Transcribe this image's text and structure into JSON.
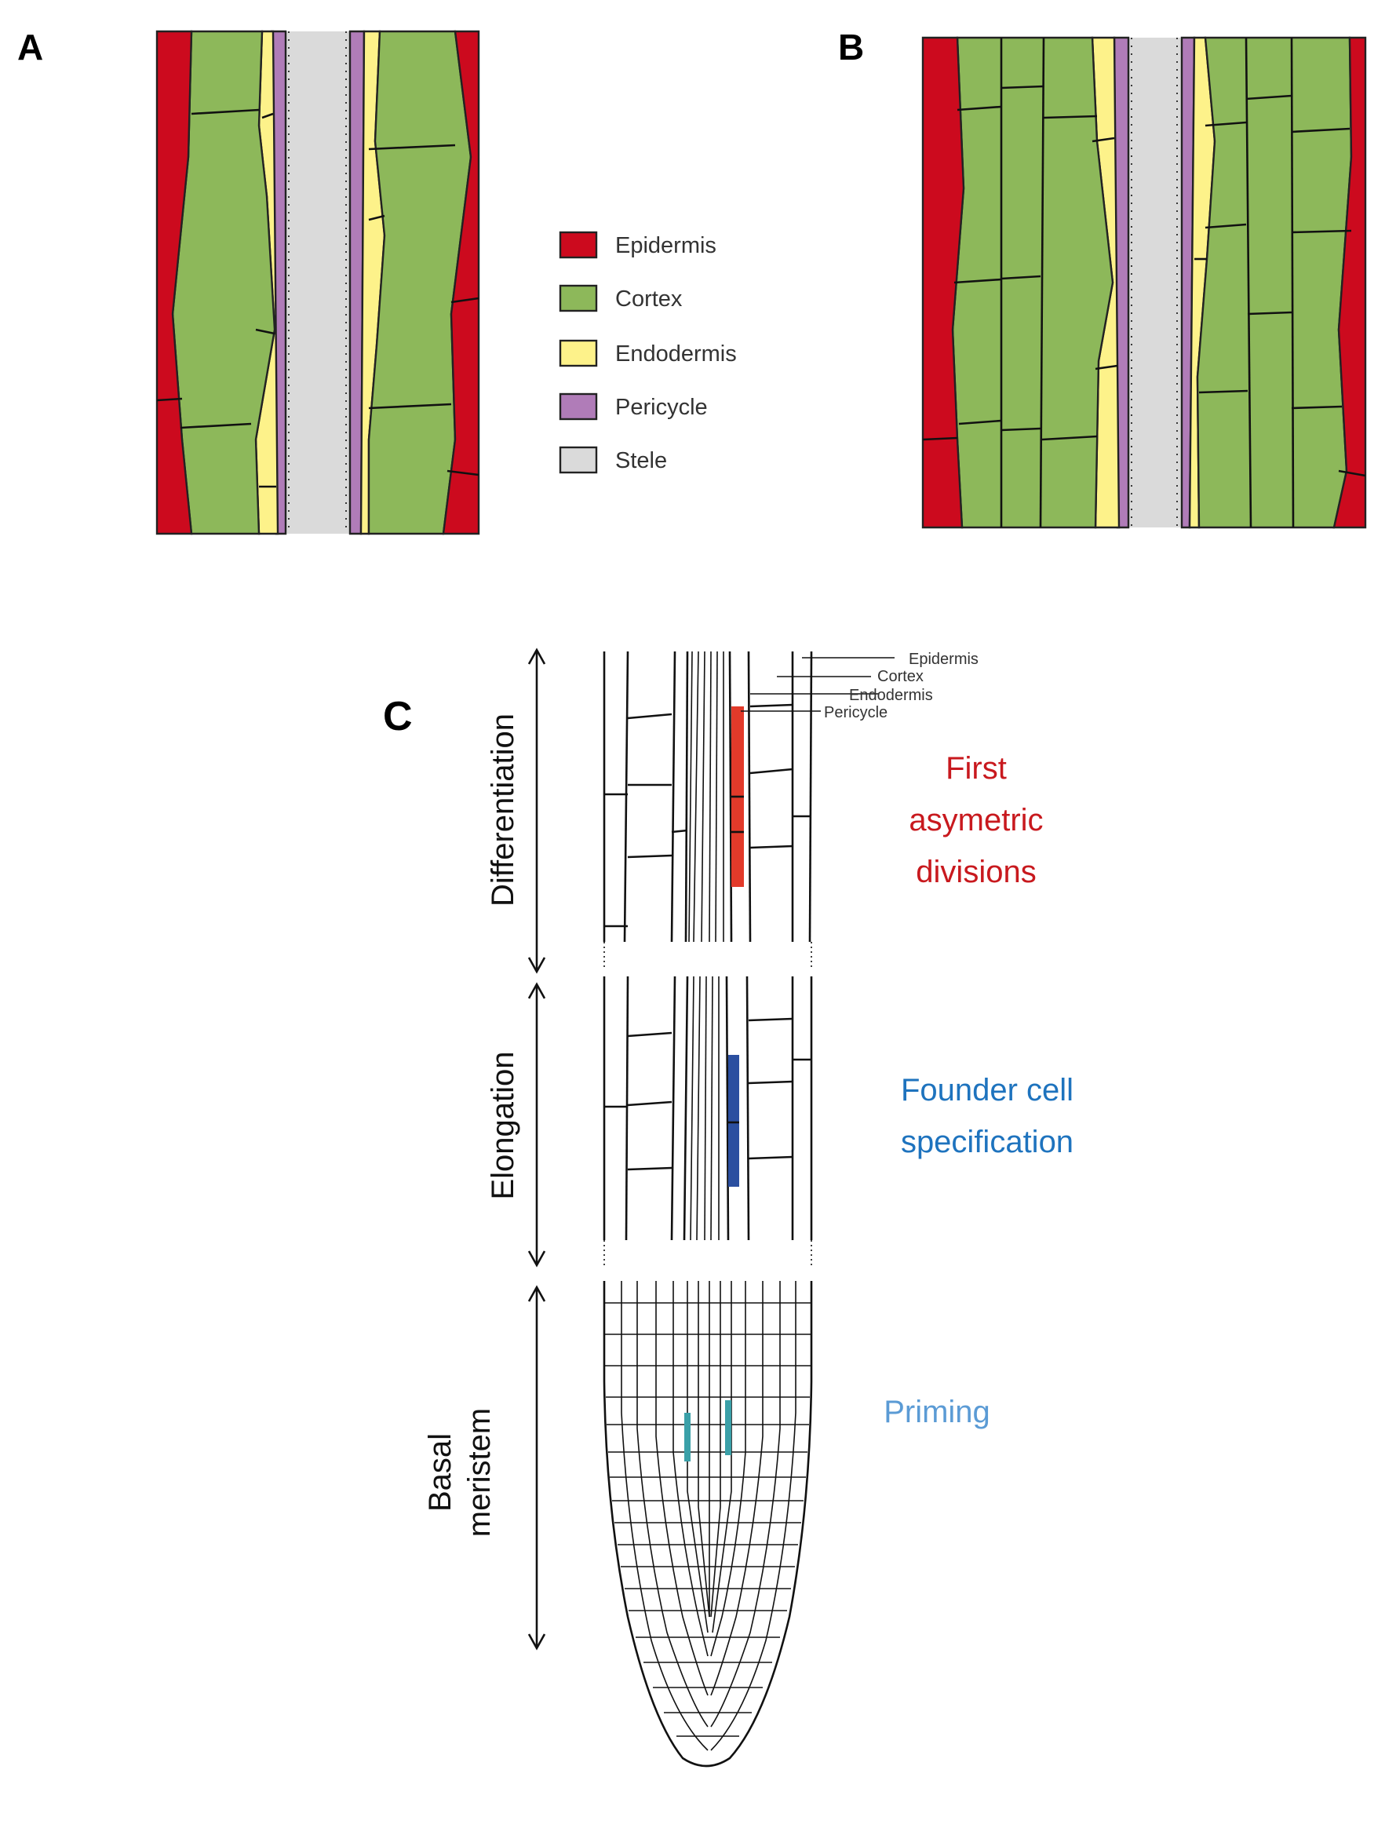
{
  "panels": {
    "a": {
      "letter": "A"
    },
    "b": {
      "letter": "B"
    },
    "c": {
      "letter": "C"
    }
  },
  "legend": [
    {
      "label": "Epidermis",
      "color": "#cc0a1e"
    },
    {
      "label": "Cortex",
      "color": "#8db85a"
    },
    {
      "label": "Endodermis",
      "color": "#fdf28a"
    },
    {
      "label": "Pericycle",
      "color": "#b07cb8"
    },
    {
      "label": "Stele",
      "color": "#dadada"
    }
  ],
  "root_labels": [
    "Epidermis",
    "Cortex",
    "Endodermis",
    "Pericycle"
  ],
  "zones": [
    {
      "label_lines": [
        "Differentiation"
      ]
    },
    {
      "label_lines": [
        "Elongation"
      ]
    },
    {
      "label_lines": [
        "Basal",
        "meristem"
      ]
    }
  ],
  "stages": [
    {
      "lines": [
        "First",
        "asymetric",
        "divisions"
      ],
      "color": "#c8191e"
    },
    {
      "lines": [
        "Founder cell",
        "specification"
      ],
      "color": "#1e73be"
    },
    {
      "lines": [
        "Priming"
      ],
      "color": "#5b9bd5"
    }
  ],
  "marker_colors": {
    "founder": "#2b4fa0",
    "priming": "#3aa0a8",
    "division": "#e23a2a"
  }
}
